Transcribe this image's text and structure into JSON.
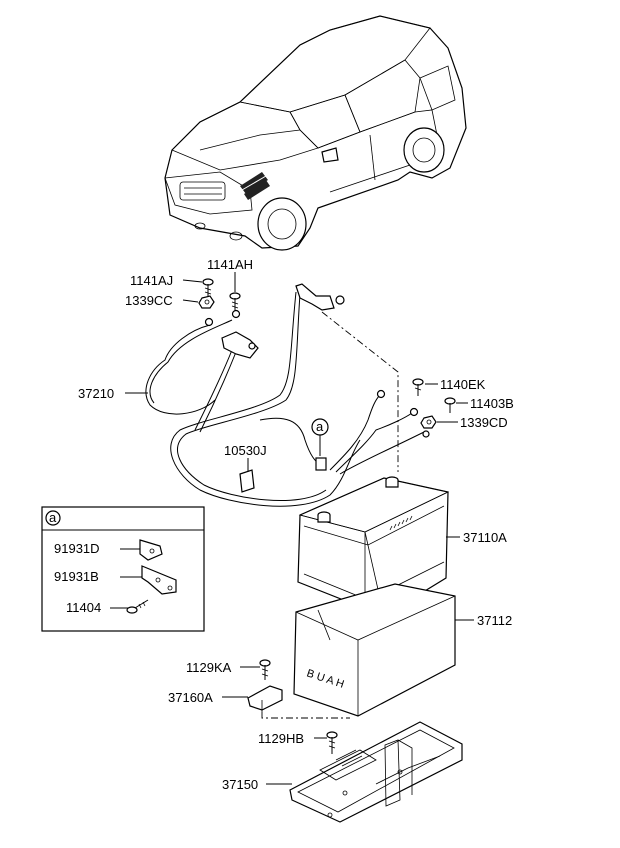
{
  "callouts": {
    "p1141AJ": "1141AJ",
    "p1141AH": "1141AH",
    "p1339CC": "1339CC",
    "p37210": "37210",
    "p1140EK": "1140EK",
    "p11403B": "11403B",
    "p1339CD": "1339CD",
    "p10530J": "10530J",
    "p37110A": "37110A",
    "p37112": "37112",
    "p1129KA": "1129KA",
    "p37160A": "37160A",
    "p1129HB": "1129HB",
    "p37150": "37150"
  },
  "detail_box": {
    "marker": "a",
    "items": [
      "91931D",
      "91931B",
      "11404"
    ]
  },
  "ref_marker": "a",
  "tray_text": "B U A H"
}
